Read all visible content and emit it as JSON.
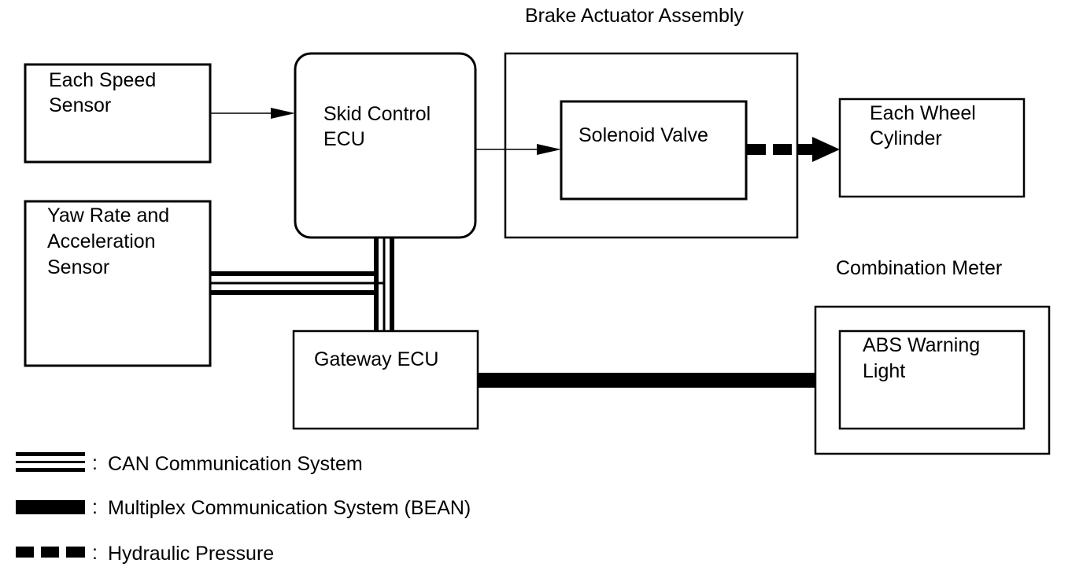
{
  "group_titles": {
    "brake_actuator": "Brake Actuator Assembly",
    "combination_meter": "Combination Meter"
  },
  "blocks": {
    "speed_sensor": [
      "Each Speed",
      "Sensor"
    ],
    "yaw_sensor": [
      "Yaw Rate and",
      "Acceleration",
      "Sensor"
    ],
    "skid_ecu": [
      "Skid Control",
      "ECU"
    ],
    "solenoid": [
      "Solenoid Valve"
    ],
    "wheel_cylinder": [
      "Each Wheel",
      "Cylinder"
    ],
    "gateway": [
      "Gateway ECU"
    ],
    "abs_light": [
      "ABS Warning",
      "Light"
    ]
  },
  "legend": {
    "separator": ":",
    "can": "CAN Communication System",
    "bean": "Multiplex Communication System (BEAN)",
    "hydraulic": "Hydraulic Pressure"
  }
}
